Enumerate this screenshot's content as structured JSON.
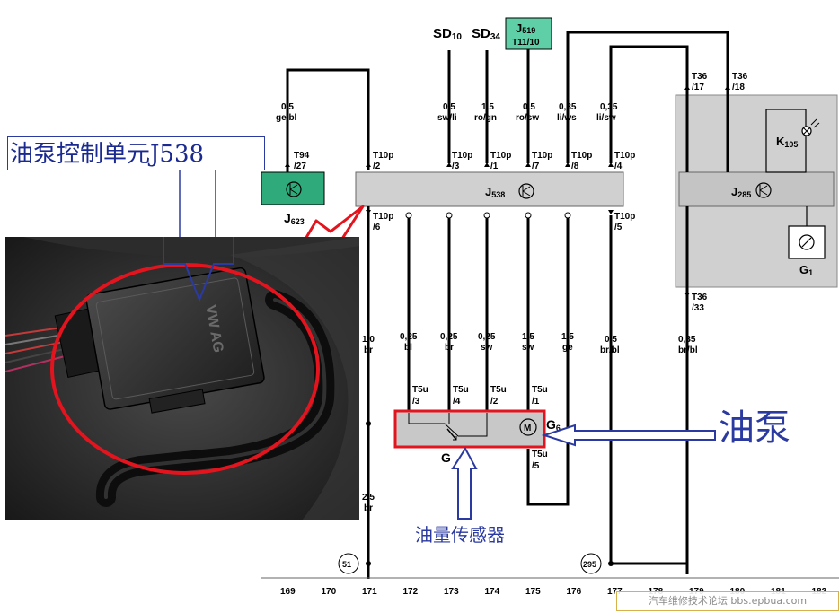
{
  "overlay": {
    "title": "油泵控制单元J538",
    "fuel_pump_label": "油泵",
    "level_sensor_label": "油量传感器",
    "watermark": "汽车维修技术论坛 bbs.epbua.com",
    "photo_brand": "VW AG",
    "accent_color": "#e3141e",
    "annotation_color": "#2a3aa0"
  },
  "components": {
    "sd10": {
      "main": "SD",
      "sub": "10"
    },
    "sd34": {
      "main": "SD",
      "sub": "34"
    },
    "j519": {
      "main": "J",
      "sub": "519",
      "pin": "T11/10",
      "color": "#5fcfa8"
    },
    "j623": {
      "main": "J",
      "sub": "623",
      "color": "#2faa7a"
    },
    "j538": {
      "main": "J",
      "sub": "538"
    },
    "j285": {
      "main": "J",
      "sub": "285"
    },
    "k105": {
      "main": "K",
      "sub": "105"
    },
    "g1": {
      "main": "G",
      "sub": "1"
    },
    "g": {
      "main": "G"
    },
    "g6": {
      "main": "G",
      "sub": "6"
    },
    "motor_symbol": "M"
  },
  "wires": {
    "j623_gebl": {
      "size": "0,5",
      "color": "ge/bl"
    },
    "sd10_swli": {
      "size": "0,5",
      "color": "sw/li"
    },
    "sd34_rogn": {
      "size": "1,5",
      "color": "ro/gn"
    },
    "j519_rosw": {
      "size": "0,5",
      "color": "ro/sw"
    },
    "liws": {
      "size": "0,35",
      "color": "li/ws"
    },
    "lisw": {
      "size": "0,35",
      "color": "li/sw"
    },
    "brown_main": {
      "size": "1,0",
      "color": "br"
    },
    "brown_ground": {
      "size": "2,5",
      "color": "br"
    },
    "w_bl": {
      "size": "0,25",
      "color": "bl"
    },
    "w_br": {
      "size": "0,25",
      "color": "br"
    },
    "w_sw": {
      "size": "0,25",
      "color": "sw"
    },
    "w_motor_sw": {
      "size": "1,5",
      "color": "sw"
    },
    "w_ge": {
      "size": "1,5",
      "color": "ge"
    },
    "w_brbl_1": {
      "size": "0,5",
      "color": "br/bl"
    },
    "w_brbl_2": {
      "size": "0,35",
      "color": "br/bl"
    }
  },
  "terminals": {
    "t94": {
      "conn": "T94",
      "pin": "/27"
    },
    "t10p_2": {
      "conn": "T10p",
      "pin": "/2"
    },
    "t10p_3": {
      "conn": "T10p",
      "pin": "/3"
    },
    "t10p_1": {
      "conn": "T10p",
      "pin": "/1"
    },
    "t10p_7": {
      "conn": "T10p",
      "pin": "/7"
    },
    "t10p_8": {
      "conn": "T10p",
      "pin": "/8"
    },
    "t10p_4": {
      "conn": "T10p",
      "pin": "/4"
    },
    "t10p_6": {
      "conn": "T10p",
      "pin": "/6"
    },
    "t10p_5": {
      "conn": "T10p",
      "pin": "/5"
    },
    "t36_17": {
      "conn": "T36",
      "pin": "/17"
    },
    "t36_18": {
      "conn": "T36",
      "pin": "/18"
    },
    "t36_33": {
      "conn": "T36",
      "pin": "/33"
    },
    "t5u_3": {
      "conn": "T5u",
      "pin": "/3"
    },
    "t5u_4": {
      "conn": "T5u",
      "pin": "/4"
    },
    "t5u_2": {
      "conn": "T5u",
      "pin": "/2"
    },
    "t5u_1": {
      "conn": "T5u",
      "pin": "/1"
    },
    "t5u_5": {
      "conn": "T5u",
      "pin": "/5"
    }
  },
  "ground_refs": {
    "left": "51",
    "right": "295"
  },
  "circuit_numbers": [
    "169",
    "170",
    "171",
    "172",
    "173",
    "174",
    "175",
    "176",
    "177",
    "178",
    "179",
    "180",
    "181",
    "182"
  ]
}
